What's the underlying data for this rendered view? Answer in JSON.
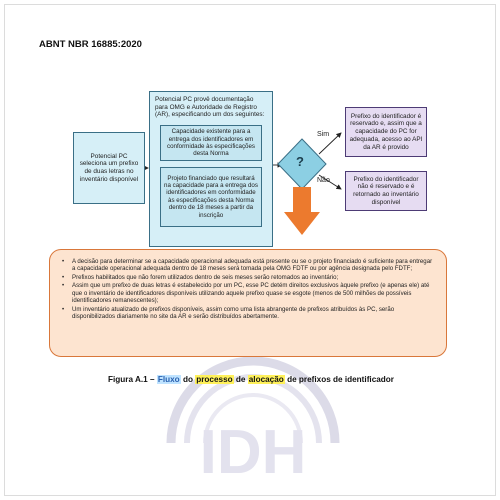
{
  "header": {
    "standard": "ABNT NBR 16885:2020"
  },
  "flow": {
    "start_text": "Potencial PC seleciona um prefixo de duas letras no inventário disponível",
    "main_intro": "Potencial PC provê documentação para OMG e Autoridade de Registro (AR), especificando um dos seguintes:",
    "option1": "Capacidade existente para a entrega dos identificadores em conformidade às especificações desta Norma",
    "option2": "Projeto financiado que resultará na capacidade para a entrega dos identificadores em conformidade às especificações desta Norma dentro de 18 meses a partir da inscrição",
    "decision_symbol": "?",
    "yes_label": "Sim",
    "no_label": "Não",
    "yes_text": "Prefixo do identificador é reservado e, assim que a capacidade do PC for adequada, acesso ao API da AR é provido",
    "no_text": "Prefixo do identificador não é reservado e é retornado ao inventário disponível"
  },
  "notes": [
    "A decisão para determinar se a capacidade operacional adequada está presente ou se o projeto financiado é suficiente para entregar a capacidade operacional adequada dentro de 18 meses será tomada pela OMG FDTF ou por agência designada pelo FDTF;",
    "Prefixos habilitados que não forem utilizados dentro de seis meses serão retomados ao inventário;",
    "Assim que um prefixo de duas letras é estabelecido por um PC, esse PC detém direitos exclusivos àquele prefixo (e apenas ele) até que o inventário de identificadores disponíveis utilizando aquele prefixo quase se esgote (menos de 500 milhões de possíveis identificadores remanescentes);",
    "Um inventário atualizado de prefixos disponíveis, assim como uma lista abrangente de prefixos atribuídos às PC, serão disponibilizados diariamente no site da AR e serão distribuídos abertamente."
  ],
  "caption": {
    "prefix": "Figura A.1 – ",
    "w_fluxo": "Fluxo",
    "t_do": " do ",
    "w_processo": "processo",
    "t_de": " de ",
    "w_alocacao": "alocação",
    "t_rest": " de prefixos de identificador"
  },
  "watermark": {
    "text": "IDH"
  },
  "colors": {
    "flow_fill": "#d6eff7",
    "flow_stroke": "#3a6f86",
    "decision_fill": "#8ccfe3",
    "outcome_fill": "#e6dcf2",
    "arrow_orange": "#ec7a2e",
    "note_fill": "#fde4d0",
    "note_stroke": "#d9773a",
    "highlight_yellow": "#fff15a",
    "highlight_blue": "#bfe3ff"
  }
}
